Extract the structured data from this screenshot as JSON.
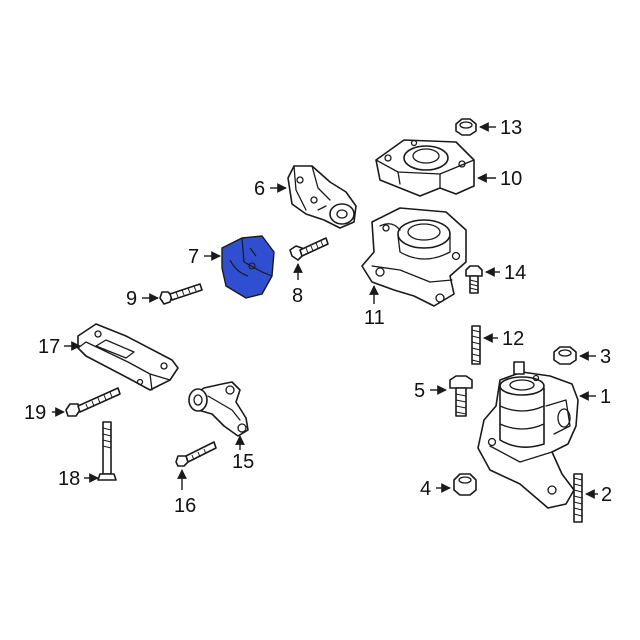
{
  "colors": {
    "highlight": "#2f4fd0",
    "outline": "#1a1a1a",
    "background": "#ffffff"
  },
  "callouts": {
    "c1": "1",
    "c2": "2",
    "c3": "3",
    "c4": "4",
    "c5": "5",
    "c6": "6",
    "c7": "7",
    "c8": "8",
    "c9": "9",
    "c10": "10",
    "c11": "11",
    "c12": "12",
    "c13": "13",
    "c14": "14",
    "c15": "15",
    "c16": "16",
    "c17": "17",
    "c18": "18",
    "c19": "19"
  }
}
